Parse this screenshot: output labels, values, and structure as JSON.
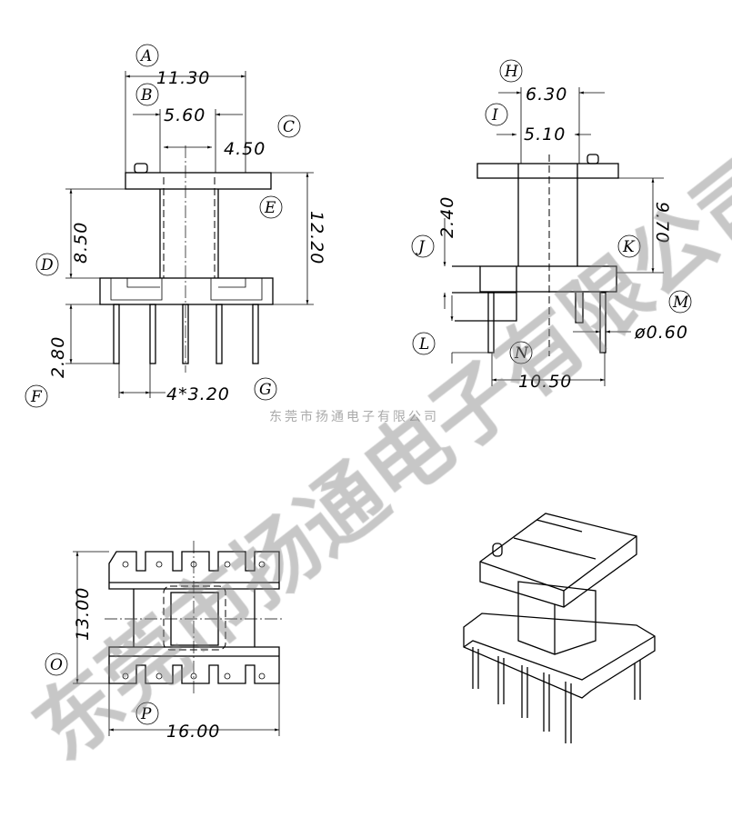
{
  "front_view": {
    "labels": {
      "A": "A",
      "B": "B",
      "C": "C",
      "D": "D",
      "E": "E",
      "F": "F",
      "G": "G"
    },
    "dims": {
      "A": "11.30",
      "B": "5.60",
      "C": "4.50",
      "D": "8.50",
      "E": "12.20",
      "F": "2.80",
      "G": "4*3.20"
    }
  },
  "side_view": {
    "labels": {
      "H": "H",
      "I": "I",
      "J": "J",
      "K": "K",
      "L": "L",
      "M": "M",
      "N": "N"
    },
    "dims": {
      "H": "6.30",
      "I": "5.10",
      "J": "2.40",
      "K": "9.70",
      "M": "ø0.60",
      "N": "10.50"
    }
  },
  "bottom_view": {
    "labels": {
      "O": "O",
      "P": "P"
    },
    "dims": {
      "O": "13.00",
      "P": "16.00"
    }
  },
  "watermark": {
    "small": "东莞市扬通电子有限公司",
    "big": "东莞市扬通电子有限公司"
  }
}
